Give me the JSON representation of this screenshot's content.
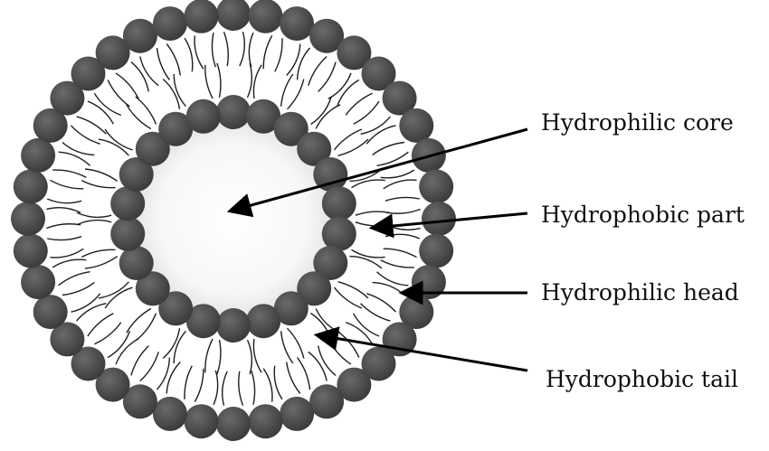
{
  "diagram": {
    "structure": "liposome bilayer vesicle (cross-section)",
    "colors": {
      "head": "#3c3c3c",
      "head_highlight": "#6a6a6a",
      "tail": "#1e1e1e",
      "background": "#ffffff",
      "core_center": "#ffffff",
      "core_edge": "#e4e4e4",
      "arrow": "#000000",
      "label": "#111111"
    },
    "labels": [
      {
        "id": "core",
        "text": "Hydrophilic core"
      },
      {
        "id": "phobic-part",
        "text": "Hydrophobic part"
      },
      {
        "id": "philic-head",
        "text": "Hydrophilic head"
      },
      {
        "id": "phobic-tail",
        "text": "Hydrophobic tail"
      }
    ]
  }
}
